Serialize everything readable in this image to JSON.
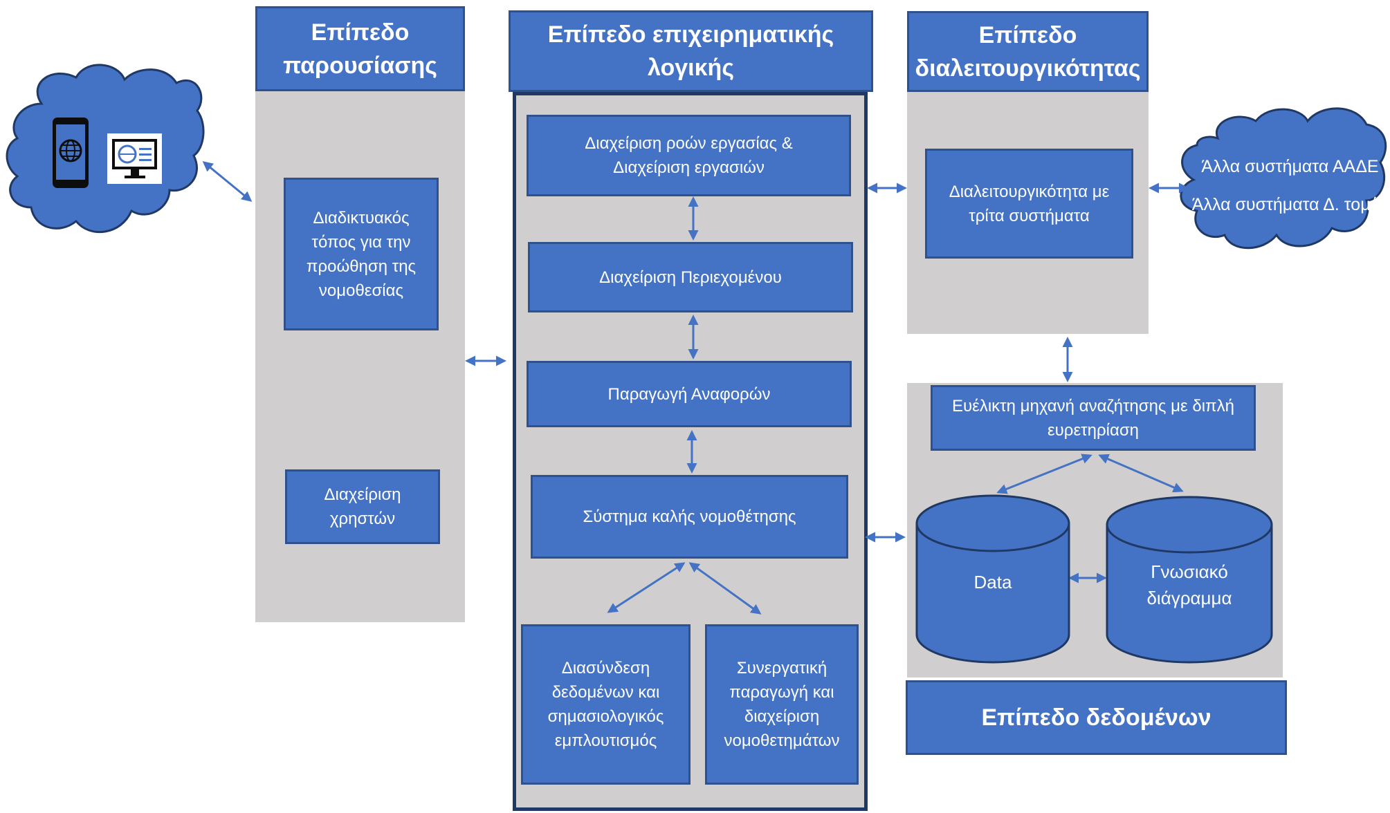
{
  "colors": {
    "box_fill": "#4472c4",
    "box_border": "#2f528f",
    "panel_fill": "#d0cece",
    "arrow": "#4472c4",
    "text": "#ffffff"
  },
  "presentation": {
    "title": "Επίπεδο παρουσίασης",
    "website": "Διαδικτυακός τόπος για την προώθηση της νομοθεσίας",
    "users": "Διαχείριση χρηστών"
  },
  "business": {
    "title": "Επίπεδο επιχειρηματικής λογικής",
    "workflow": "Διαχείριση ροών εργασίας & Διαχείριση εργασιών",
    "content": "Διαχείριση Περιεχομένου",
    "reports": "Παραγωγή Αναφορών",
    "good_legislation": "Σύστημα καλής νομοθέτησης",
    "linking": "Διασύνδεση δεδομένων και σημασιολογικός εμπλουτισμός",
    "collaborative": "Συνεργατική παραγωγή και διαχείριση νομοθετημάτων"
  },
  "interoperability": {
    "title": "Επίπεδο διαλειτουργικότητας",
    "third_party": "Διαλειτουργικότητα με τρίτα συστήματα",
    "external_1": "Άλλα συστήματα ΑΑΔΕ",
    "external_2": "Άλλα συστήματα Δ. τομέα"
  },
  "data_layer": {
    "title": "Επίπεδο δεδομένων",
    "search": "Ευέλικτη μηχανή αναζήτησης με διπλή ευρετηρίαση",
    "db1": "Data",
    "db2": "Γνωσιακό διάγραμμα"
  },
  "icons": [
    "cloud-icon",
    "smartphone-globe-icon",
    "monitor-web-icon",
    "database-icon"
  ]
}
